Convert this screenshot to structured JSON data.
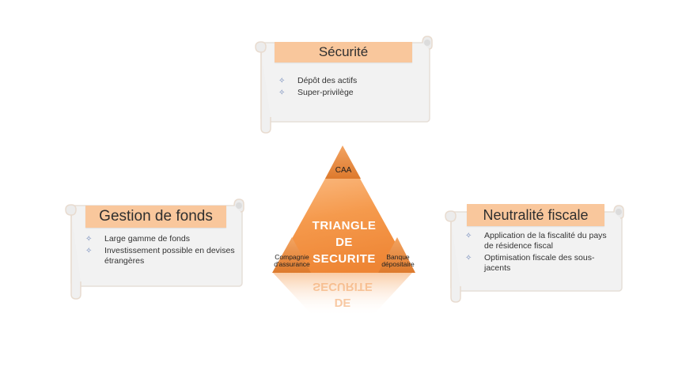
{
  "securite": {
    "title": "Sécurité",
    "items": [
      "Dépôt des actifs",
      "Super-privilège"
    ]
  },
  "gestion": {
    "title": "Gestion de fonds",
    "items": [
      "Large gamme de fonds",
      "Investissement possible en devises étrangères"
    ]
  },
  "neutralite": {
    "title": "Neutralité fiscale",
    "items": [
      "Application de la fiscalité du pays de résidence fiscal",
      "Optimisation fiscale des sous-jacents"
    ]
  },
  "triangle": {
    "line1": "TRIANGLE",
    "line2": "DE",
    "line3": "SECURITE",
    "top_label": "CAA",
    "left_label": "Compagnie d'assurance",
    "right_label": "Banque dépositaire"
  },
  "colors": {
    "title_fill": "#f9c79c",
    "triangle_light": "#fbc08c",
    "triangle_dark": "#ec8a3c",
    "bullet": "#6b84b8"
  },
  "icons": {
    "bullet": "four-point-star-icon"
  }
}
